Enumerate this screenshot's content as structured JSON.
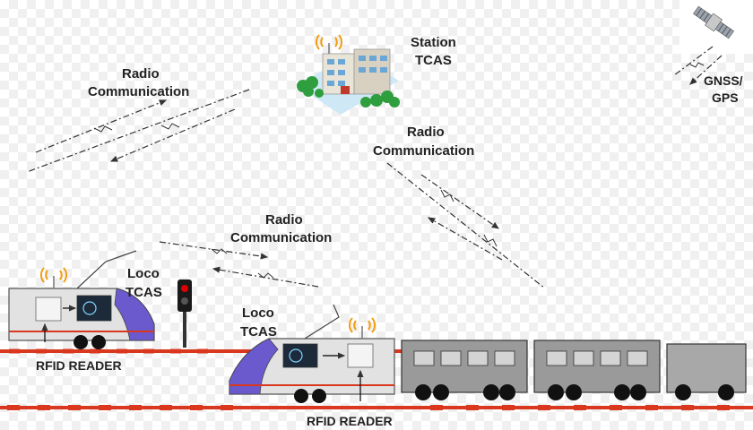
{
  "labels": {
    "station_line1": "Station",
    "station_line2": "TCAS",
    "radio_left_line1": "Radio",
    "radio_left_line2": "Communication",
    "radio_right_line1": "Radio",
    "radio_right_line2": "Communication",
    "radio_middle_line1": "Radio",
    "radio_middle_line2": "Communication",
    "gnss_line1": "GNSS/",
    "gnss_line2": "GPS",
    "loco_left_line1": "Loco",
    "loco_left_line2": "TCAS",
    "loco_right_line1": "Loco",
    "loco_right_line2": "TCAS",
    "rfid_left": "RFID READER",
    "rfid_right": "RFID READER"
  },
  "colors": {
    "rail": "#d9381e",
    "coach_body": "#9a9a9a",
    "loco_body": "#e2e2e2",
    "loco_nose": "#6a5acd",
    "signal_red": "#e00000",
    "antenna_waves": "#f39c12"
  }
}
